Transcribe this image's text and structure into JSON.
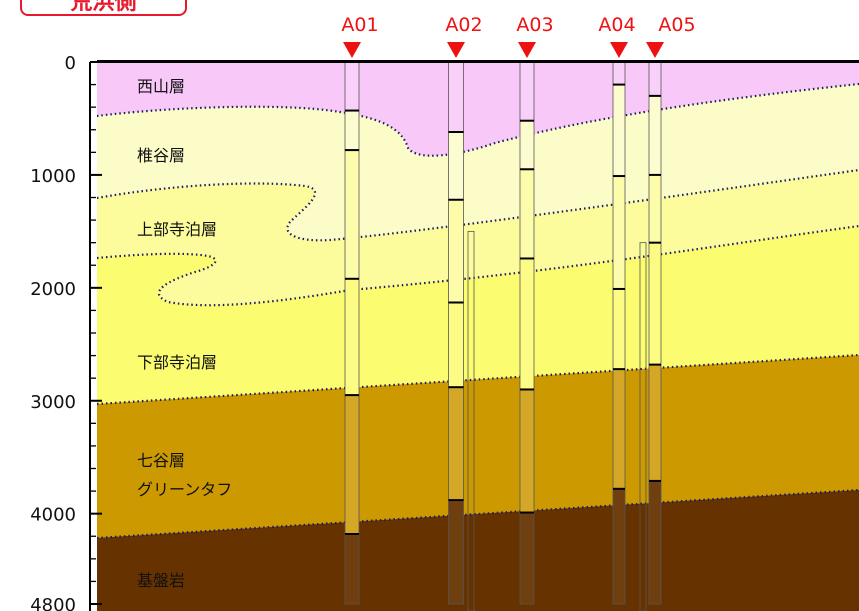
{
  "side_label": "荒浜側",
  "y_axis": {
    "min": 0,
    "max": 4800,
    "ticks": [
      {
        "value": 0,
        "label": "0"
      },
      {
        "value": 1000,
        "label": "1000"
      },
      {
        "value": 2000,
        "label": "2000"
      },
      {
        "value": 3000,
        "label": "3000"
      },
      {
        "value": 4000,
        "label": "4000"
      },
      {
        "value": 4800,
        "label": "4800"
      }
    ],
    "minor_step": 200
  },
  "layers": [
    {
      "id": "nishiyama",
      "label": "西山層",
      "color": "#f8c8f8"
    },
    {
      "id": "shiiya",
      "label": "椎谷層",
      "color": "#fcfcc8"
    },
    {
      "id": "upper_teradomari",
      "label": "上部寺泊層",
      "color": "#fcfc9c"
    },
    {
      "id": "lower_teradomari",
      "label": "下部寺泊層",
      "color": "#fcfc70"
    },
    {
      "id": "nanatani",
      "label": "七谷層",
      "label2": "グリーンタフ",
      "color": "#cc9900"
    },
    {
      "id": "basement",
      "label": "基盤岩",
      "color": "#663300"
    }
  ],
  "wells": [
    {
      "name": "A01",
      "boundaries": [
        430,
        780,
        1920,
        2950,
        4180
      ]
    },
    {
      "name": "A02",
      "boundaries": [
        620,
        1220,
        2130,
        2880,
        3880
      ]
    },
    {
      "name": "A03",
      "boundaries": [
        520,
        950,
        1740,
        2900,
        3990
      ]
    },
    {
      "name": "A04",
      "boundaries": [
        200,
        1010,
        2010,
        2720,
        3780
      ]
    },
    {
      "name": "A05",
      "boundaries": [
        300,
        1000,
        1600,
        2680,
        3710
      ]
    }
  ],
  "colors": {
    "marker": "#ee1111",
    "well_label": "#ee1111",
    "contact_line": "#1a1a66"
  }
}
